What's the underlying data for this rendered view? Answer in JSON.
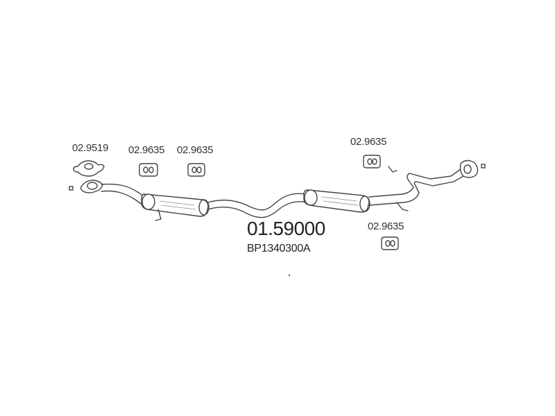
{
  "labels": {
    "flange_gasket": "02.9519",
    "hanger_1": "02.9635",
    "hanger_2": "02.9635",
    "hanger_3": "02.9635",
    "hanger_4": "02.9635"
  },
  "part": {
    "number": "01.59000",
    "oem": "BP1340300A"
  }
}
